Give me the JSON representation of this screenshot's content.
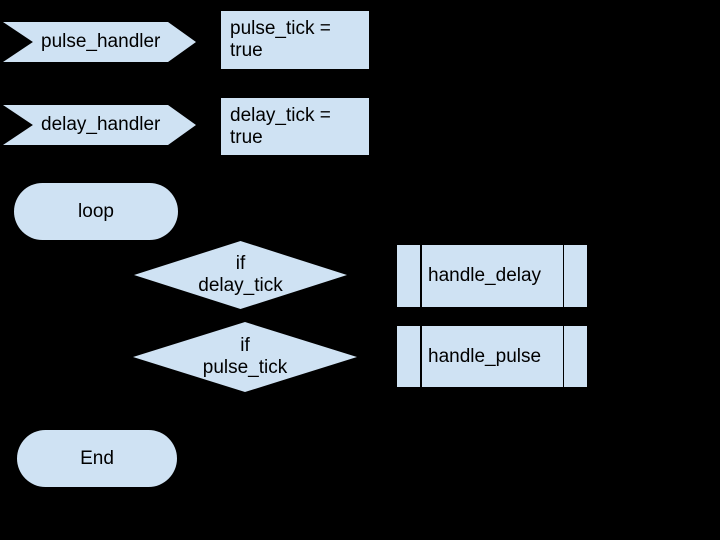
{
  "colors": {
    "background": "#000000",
    "node_fill": "#cfe2f3",
    "node_line": "#000000",
    "text": "#000000"
  },
  "nodes": {
    "pulse_handler": {
      "shape": "chevron",
      "label": "pulse_handler"
    },
    "pulse_tick_set": {
      "shape": "rectangle",
      "lines": [
        "pulse_tick =",
        "true"
      ]
    },
    "delay_handler": {
      "shape": "chevron",
      "label": "delay_handler"
    },
    "delay_tick_set": {
      "shape": "rectangle",
      "lines": [
        "delay_tick =",
        "true"
      ]
    },
    "loop_start": {
      "shape": "stadium",
      "label": "loop"
    },
    "if_delay_tick": {
      "shape": "diamond",
      "lines": [
        "if",
        "delay_tick"
      ]
    },
    "handle_delay": {
      "shape": "subroutine",
      "label": "handle_delay"
    },
    "if_pulse_tick": {
      "shape": "diamond",
      "lines": [
        "if",
        "pulse_tick"
      ]
    },
    "handle_pulse": {
      "shape": "subroutine",
      "label": "handle_pulse"
    },
    "end": {
      "shape": "stadium",
      "label": "End"
    }
  }
}
